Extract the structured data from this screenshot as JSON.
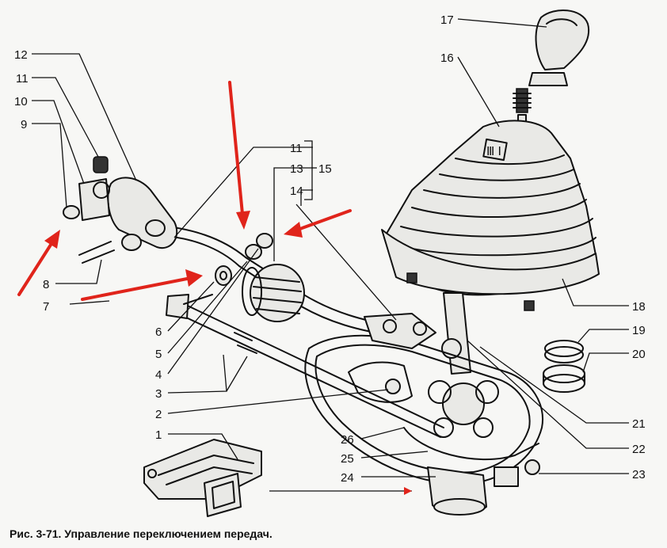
{
  "caption": "Рис. 3-71. Управление переключением передач.",
  "labels": {
    "l1": "1",
    "l2": "2",
    "l3": "3",
    "l4": "4",
    "l5": "5",
    "l6": "6",
    "l7": "7",
    "l8": "8",
    "l9": "9",
    "l10": "10",
    "l11a": "11",
    "l11b": "11",
    "l12": "12",
    "l13": "13",
    "l14": "14",
    "l15": "15",
    "l16": "16",
    "l17": "17",
    "l18": "18",
    "l19": "19",
    "l20": "20",
    "l21": "21",
    "l22": "22",
    "l23": "23",
    "l24": "24",
    "l25": "25",
    "l26": "26"
  },
  "boot_marking": "Ⅲ Ⅰ"
}
